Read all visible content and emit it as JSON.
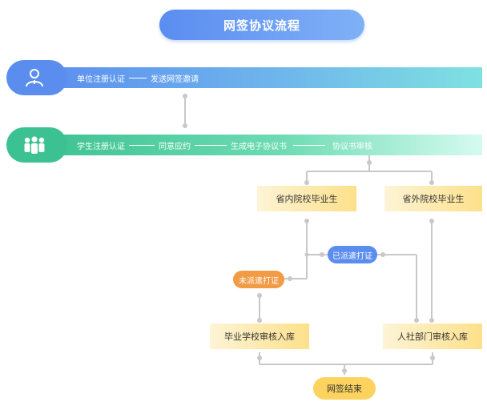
{
  "title": "网签协议流程",
  "row1": {
    "icon": "person-icon",
    "step1": "单位注册认证",
    "step2": "发送网签邀请"
  },
  "row2": {
    "icon": "group-icon",
    "step1": "学生注册认证",
    "step2": "同意应约",
    "step3": "生成电子协议书",
    "step4": "协议书审核"
  },
  "boxes": {
    "in_province": "省内院校毕业生",
    "out_province": "省外院校毕业生",
    "school_archive": "毕业学校审核入库",
    "hr_archive": "人社部门审核入库"
  },
  "pills": {
    "dispatched": "已派遣打证",
    "undispatched": "未派遣打证"
  },
  "end": "网签结束",
  "colors": {
    "blue": "#5b8def",
    "green": "#3cc192",
    "orange": "#f29a44",
    "yellow": "#fcd35e",
    "connector": "#c8c8c8"
  }
}
